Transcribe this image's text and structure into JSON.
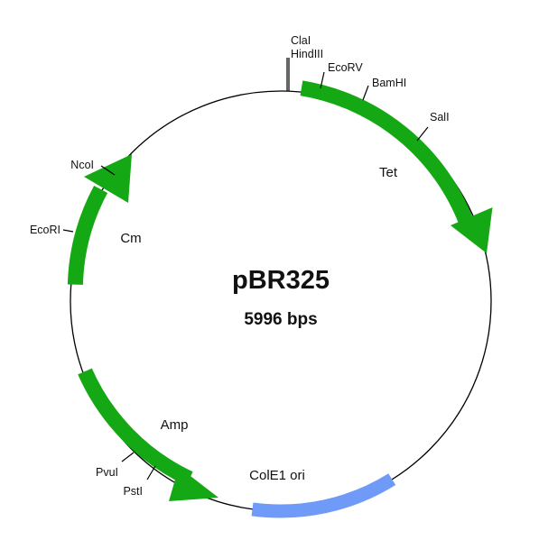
{
  "plasmid": {
    "name": "pBR325",
    "size_label": "5996 bps",
    "backbone_color": "#000000"
  },
  "features": [
    {
      "key": "tet",
      "label": "Tet",
      "type": "gene-arrow",
      "color": "#15a815"
    },
    {
      "key": "cm",
      "label": "Cm",
      "type": "gene-arrow",
      "color": "#15a815"
    },
    {
      "key": "amp",
      "label": "Amp",
      "type": "gene-arrow",
      "color": "#15a815"
    },
    {
      "key": "ori",
      "label": "ColE1 ori",
      "type": "origin-block",
      "color": "#6f9af7"
    }
  ],
  "restriction_sites": [
    {
      "key": "clai",
      "label": "ClaI"
    },
    {
      "key": "hindiii",
      "label": "HindIII"
    },
    {
      "key": "ecorv",
      "label": "EcoRV"
    },
    {
      "key": "bamhi",
      "label": "BamHI"
    },
    {
      "key": "sali",
      "label": "SalI"
    },
    {
      "key": "ncoi",
      "label": "NcoI"
    },
    {
      "key": "ecori",
      "label": "EcoRI"
    },
    {
      "key": "pvui",
      "label": "PvuI"
    },
    {
      "key": "psti",
      "label": "PstI"
    }
  ]
}
